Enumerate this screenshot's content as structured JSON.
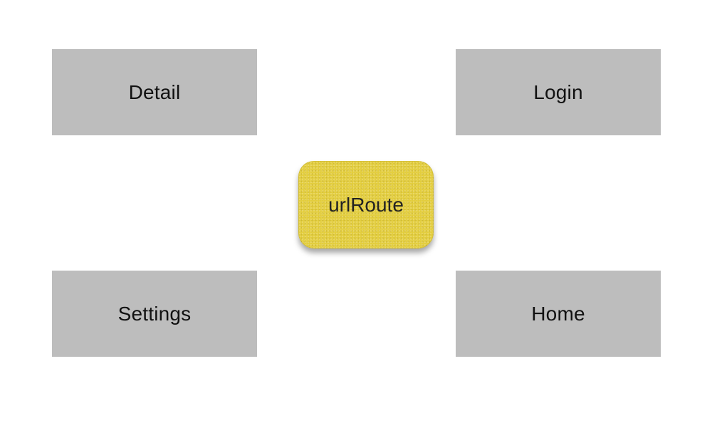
{
  "diagram": {
    "router": {
      "label": "urlRoute",
      "color": "#e3cd3c"
    },
    "screens": {
      "detail": {
        "label": "Detail"
      },
      "login": {
        "label": "Login"
      },
      "settings": {
        "label": "Settings"
      },
      "home": {
        "label": "Home"
      }
    },
    "screen_color": "#bdbdbd",
    "background_color": "#ffffff"
  }
}
